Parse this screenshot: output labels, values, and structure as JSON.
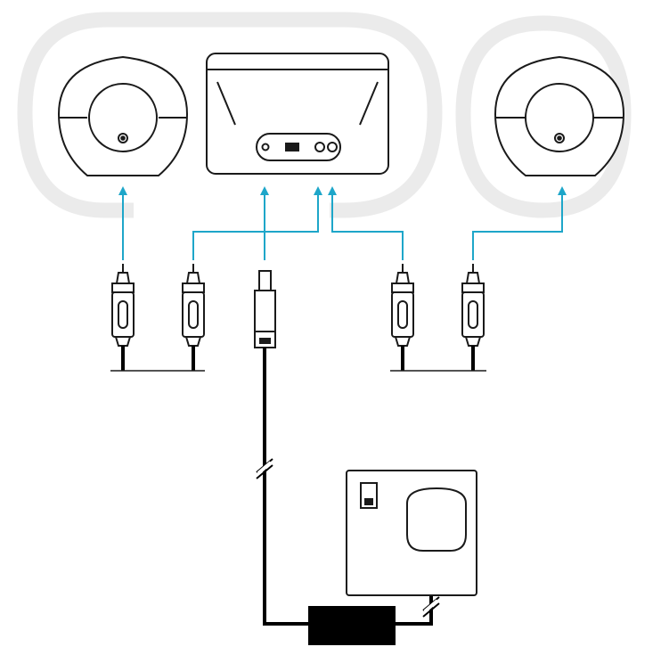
{
  "diagram": {
    "colors": {
      "outline": "#1a1a1a",
      "cable": "#000000",
      "arrow": "#1ea6c9",
      "surround": "#ebebeb",
      "background": "#ffffff"
    },
    "components": [
      {
        "id": "left-speaker",
        "icon": "speaker-rear"
      },
      {
        "id": "base-unit",
        "icon": "base-unit-rear-panel"
      },
      {
        "id": "right-speaker",
        "icon": "speaker-rear"
      },
      {
        "id": "rca-plug-left-speaker",
        "icon": "rca-plug"
      },
      {
        "id": "rca-plug-aux-in-1",
        "icon": "rca-plug"
      },
      {
        "id": "usb-plug",
        "icon": "usb-plug"
      },
      {
        "id": "rca-plug-aux-in-2",
        "icon": "rca-plug"
      },
      {
        "id": "rca-plug-right-speaker",
        "icon": "rca-plug"
      },
      {
        "id": "power-adapter",
        "icon": "power-brick"
      },
      {
        "id": "wall-socket",
        "icon": "wall-outlet"
      }
    ]
  }
}
